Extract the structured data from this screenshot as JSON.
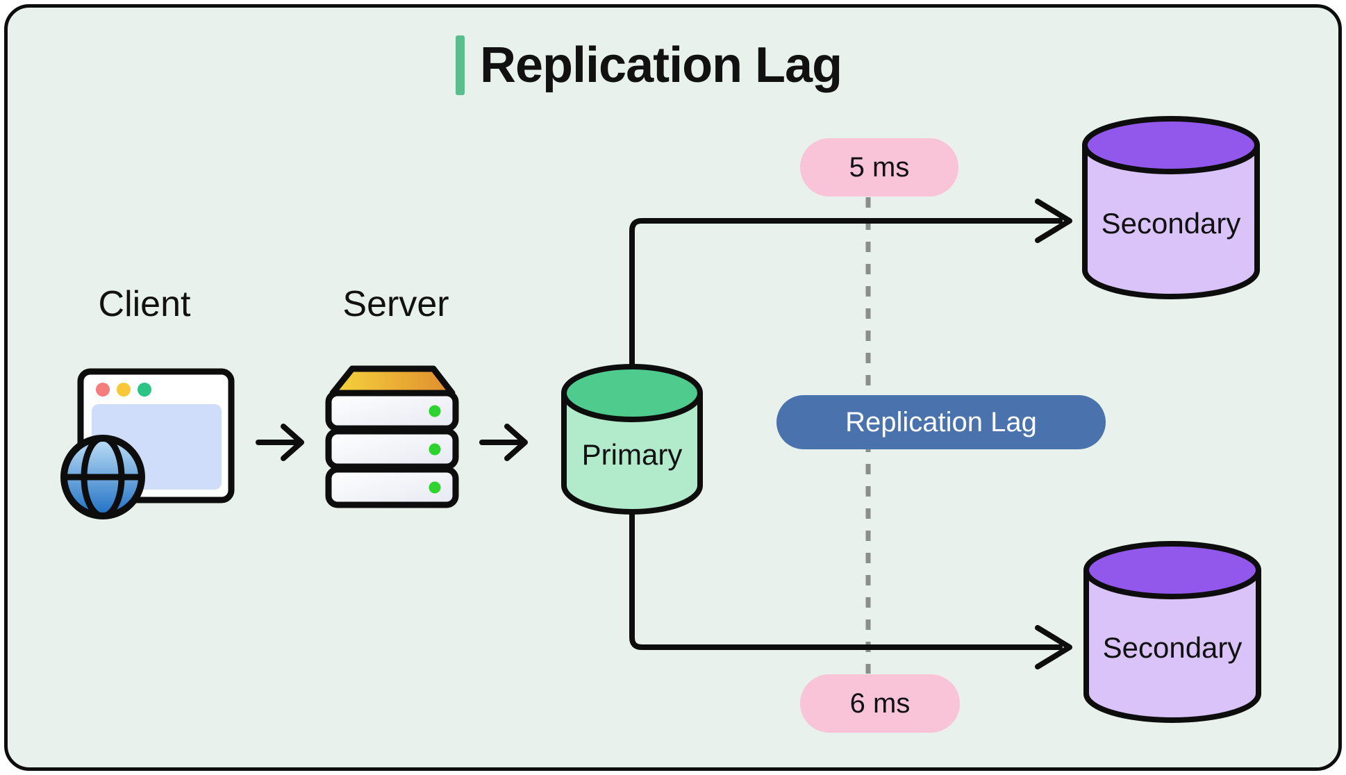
{
  "title": {
    "text": "Replication Lag"
  },
  "labels": {
    "client": "Client",
    "server": "Server",
    "primary": "Primary",
    "secondary_top": "Secondary",
    "secondary_bottom": "Secondary"
  },
  "badges": {
    "top_latency": "5 ms",
    "bottom_latency": "6 ms",
    "replication_lag": "Replication Lag"
  },
  "colors": {
    "card_bg": "#e8f1ec",
    "card_border": "#0d0d0d",
    "title_accent": "#5abd8b",
    "text": "#111111",
    "line_black": "#0d0d0d",
    "dashed_line": "#8a8f8c",
    "badge_pink": "#f9c3d8",
    "badge_blue": "#4a73ad",
    "badge_blue_text": "#ffffff",
    "primary_cylinder_top": "#4ecb8d",
    "primary_cylinder_body": "#b2ebcb",
    "secondary_cylinder_top": "#9158eb",
    "secondary_cylinder_body": "#d9c3f9",
    "window_dot_red": "#f47d7d",
    "window_dot_yellow": "#f8c83a",
    "window_dot_green": "#2dc385",
    "window_content": "#cfdcfa",
    "server_led_green": "#2ed42e"
  }
}
